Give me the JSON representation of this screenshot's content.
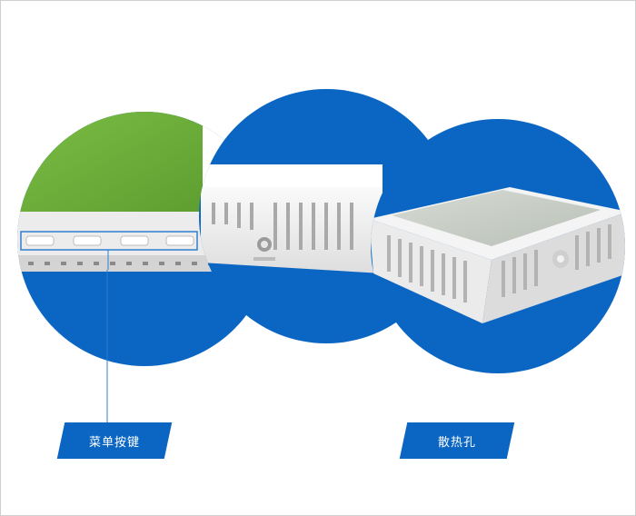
{
  "labels": {
    "menu_buttons": "菜单按键",
    "heat_vents": "散热孔"
  },
  "colors": {
    "brand_blue": "#0b66c3",
    "screen_green": "#6aac3a",
    "device_white": "#f2f2f2",
    "screen_gray": "#c7cdc6"
  },
  "images": [
    "menu-buttons-closeup",
    "side-knob-closeup",
    "device-perspective-with-vents"
  ]
}
